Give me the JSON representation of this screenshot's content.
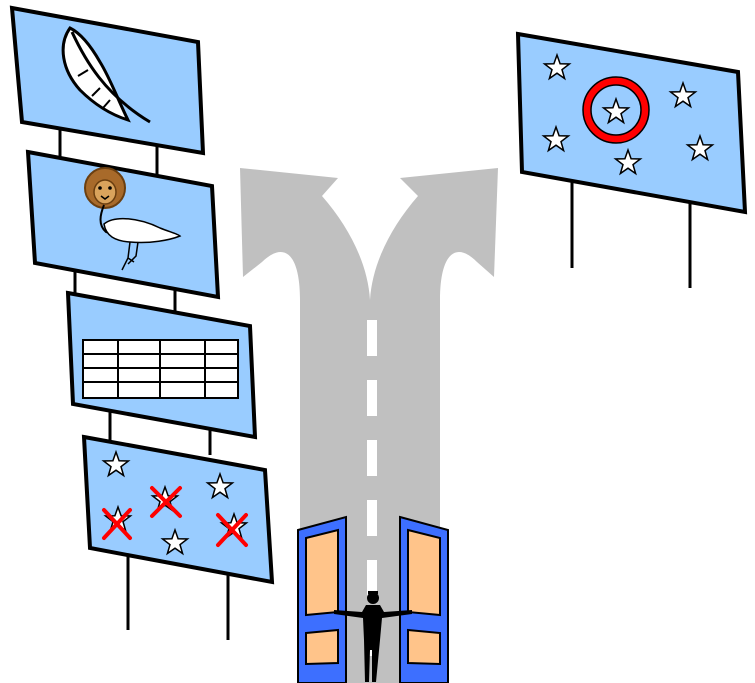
{
  "scene": {
    "description_free": true,
    "road": {
      "color": "#c0c0c0",
      "dash_color": "#ffffff",
      "branches": [
        "left",
        "right"
      ]
    },
    "doors": {
      "panel_color": "#3d6fff",
      "inset_color": "#ffc48a",
      "state": "open"
    },
    "person": {
      "color": "#000000"
    },
    "billboards": [
      {
        "id": "billboard-feather",
        "content": "feather-icon"
      },
      {
        "id": "billboard-creature",
        "content": "lion-bird-icon"
      },
      {
        "id": "billboard-table",
        "content": "table-grid",
        "rows": 4,
        "cols": 4
      },
      {
        "id": "billboard-crossed-stars",
        "content": "star-icons",
        "stars": 6,
        "crossed": 3
      },
      {
        "id": "billboard-circled-star",
        "content": "star-icons",
        "stars": 6,
        "circled": 1
      }
    ],
    "colors": {
      "billboard_fill": "#99ccff",
      "outline": "#000000",
      "star_fill": "#ffffff",
      "cross": "#ff0000",
      "circle": "#ff0000"
    }
  }
}
